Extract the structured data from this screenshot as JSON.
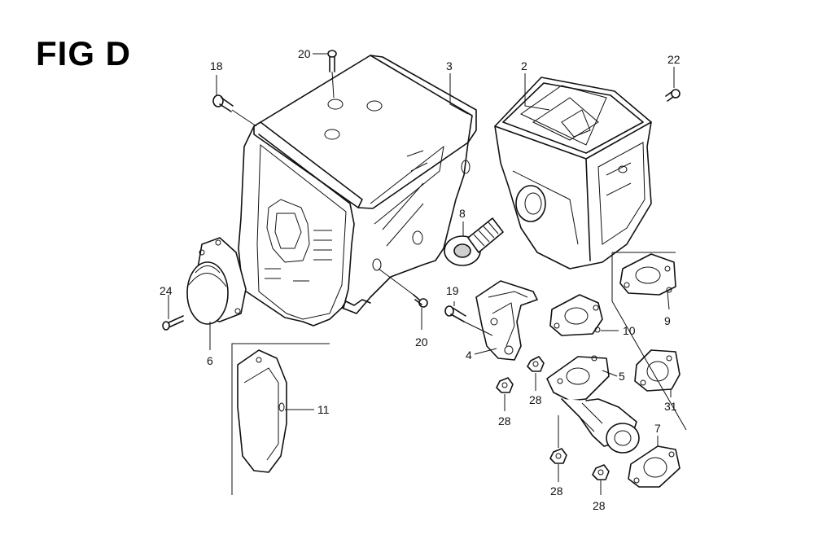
{
  "title": "FIG D",
  "callouts": {
    "c18": "18",
    "c20a": "20",
    "c3": "3",
    "c2": "2",
    "c22": "22",
    "c8": "8",
    "c24": "24",
    "c6": "6",
    "c20b": "20",
    "c19": "19",
    "c4": "4",
    "c10": "10",
    "c9": "9",
    "c5": "5",
    "c28a": "28",
    "c28b": "28",
    "c31": "31",
    "c11": "11",
    "c7": "7",
    "c28c": "28",
    "c28d": "28"
  }
}
